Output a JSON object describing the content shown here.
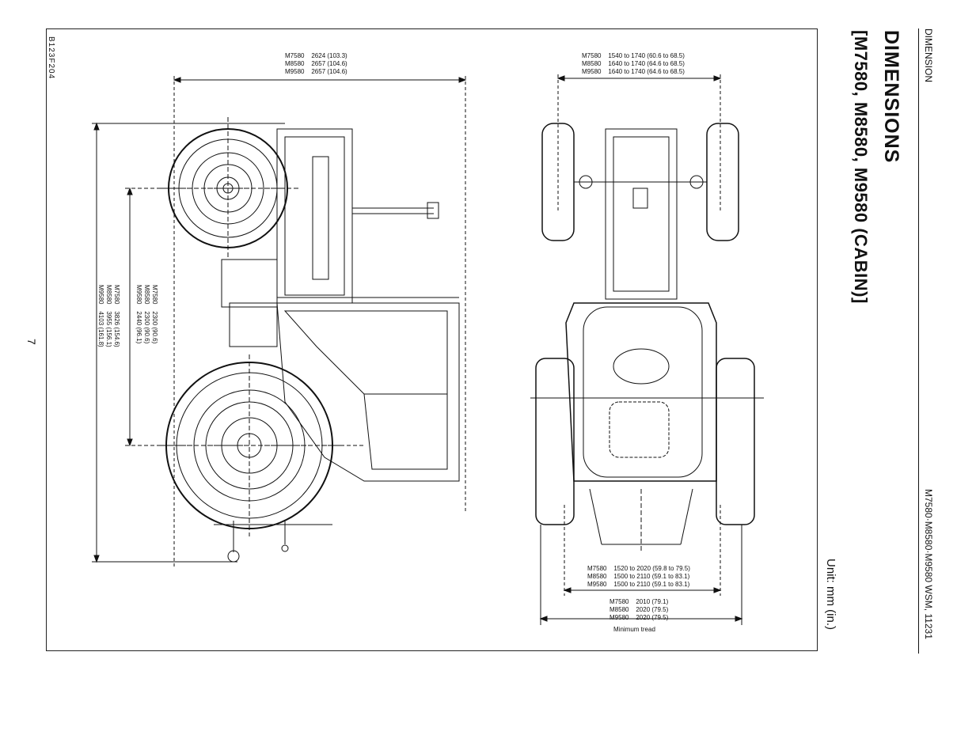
{
  "header": {
    "section": "DIMENSION",
    "title": "DIMENSIONS",
    "subtitle": "[M7580, M8580, M9580 (CABIN)]",
    "manual_code": "M7580·M8580·M9580  WSM, 11231",
    "page_number": "7",
    "figure_code": "B123F204",
    "unit": "Unit: mm (in.)"
  },
  "side_view": {
    "length_rows": [
      "M7580    2624 (103.3)",
      "M8580    2657 (104.6)",
      "M9580    2657 (104.6)"
    ],
    "height_rows": [
      "M7580    3826 (154.6)",
      "M8580    3955 (156.1)",
      "M9580    4103 (161.8)"
    ],
    "wheelbase_rows": [
      "M7580    2300 (90.6)",
      "M8580    2300 (90.6)",
      "M9580    2440 (96.1)"
    ]
  },
  "rear_view": {
    "front_tread_rows": [
      "M7580    1540 to 1740 (60.6 to 68.5)",
      "M8580    1640 to 1740 (64.6 to 68.5)",
      "M9580    1640 to 1740 (64.6 to 68.5)"
    ],
    "rear_tread_rows": [
      "M7580    1520 to 2020 (59.8 to 79.5)",
      "M8580    1500 to 2110 (59.1 to 83.1)",
      "M9580    1500 to 2110 (59.1 to 83.1)"
    ],
    "width_rows": [
      "M7580    2010 (79.1)",
      "M8580    2020 (79.5)",
      "M9580    2020 (79.5)"
    ],
    "min_tread_label": "Minimum tread"
  }
}
